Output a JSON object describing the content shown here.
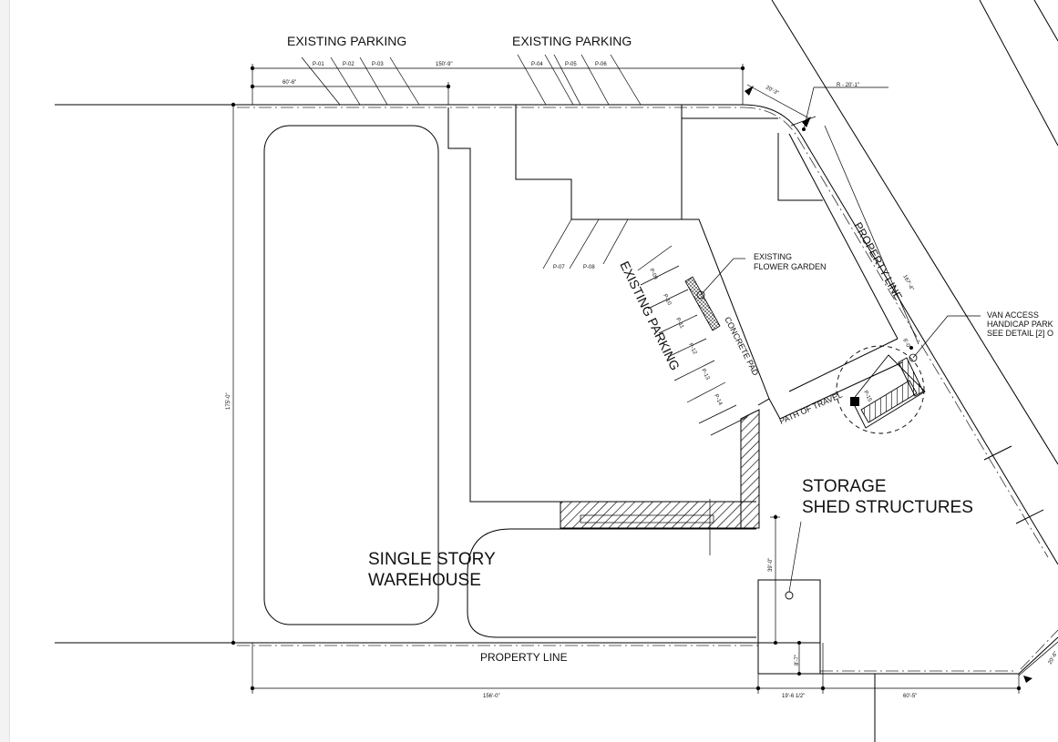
{
  "labels": {
    "existing_parking_left": "EXISTING PARKING",
    "existing_parking_right": "EXISTING PARKING",
    "existing_parking_diag": "EXISTING PARKING",
    "existing_flower_garden_1": "EXISTING",
    "existing_flower_garden_2": "FLOWER GARDEN",
    "property_line_east": "PROPERTY LINE",
    "property_line_south": "PROPERTY LINE",
    "concrete_pad": "CONCRETE PAD",
    "path_of_travel": "PATH OF TRAVEL",
    "van_access_1": "VAN ACCESS",
    "van_access_2": "HANDICAP PARK",
    "van_access_3": "SEE DETAIL [2] O",
    "storage_1": "STORAGE",
    "storage_2": "SHED STRUCTURES",
    "warehouse_1": "SINGLE STORY",
    "warehouse_2": "WAREHOUSE"
  },
  "parking_spaces": [
    "P-01",
    "P-02",
    "P-03",
    "P-04",
    "P-05",
    "P-06",
    "P-07",
    "P-08",
    "P-09",
    "P-10",
    "P-11",
    "P-12",
    "P-13",
    "P-14",
    "P-15"
  ],
  "dimensions": {
    "top_overall": "150'-9\"",
    "top_left": "60'-6\"",
    "left_height": "175'-0\"",
    "bottom_left": "156'-0\"",
    "bottom_mid": "19'-6 1/2\"",
    "bottom_right": "60'-5\"",
    "corner_chamfer": "20'-3\"",
    "radius": "R - 20'-1\"",
    "east_length": "167'-4\"",
    "east_small": "8'-0\"",
    "shed_height": "39'-0\"",
    "shed_small": "8'-7\"",
    "southeast_chamfer": "20'-6\""
  }
}
